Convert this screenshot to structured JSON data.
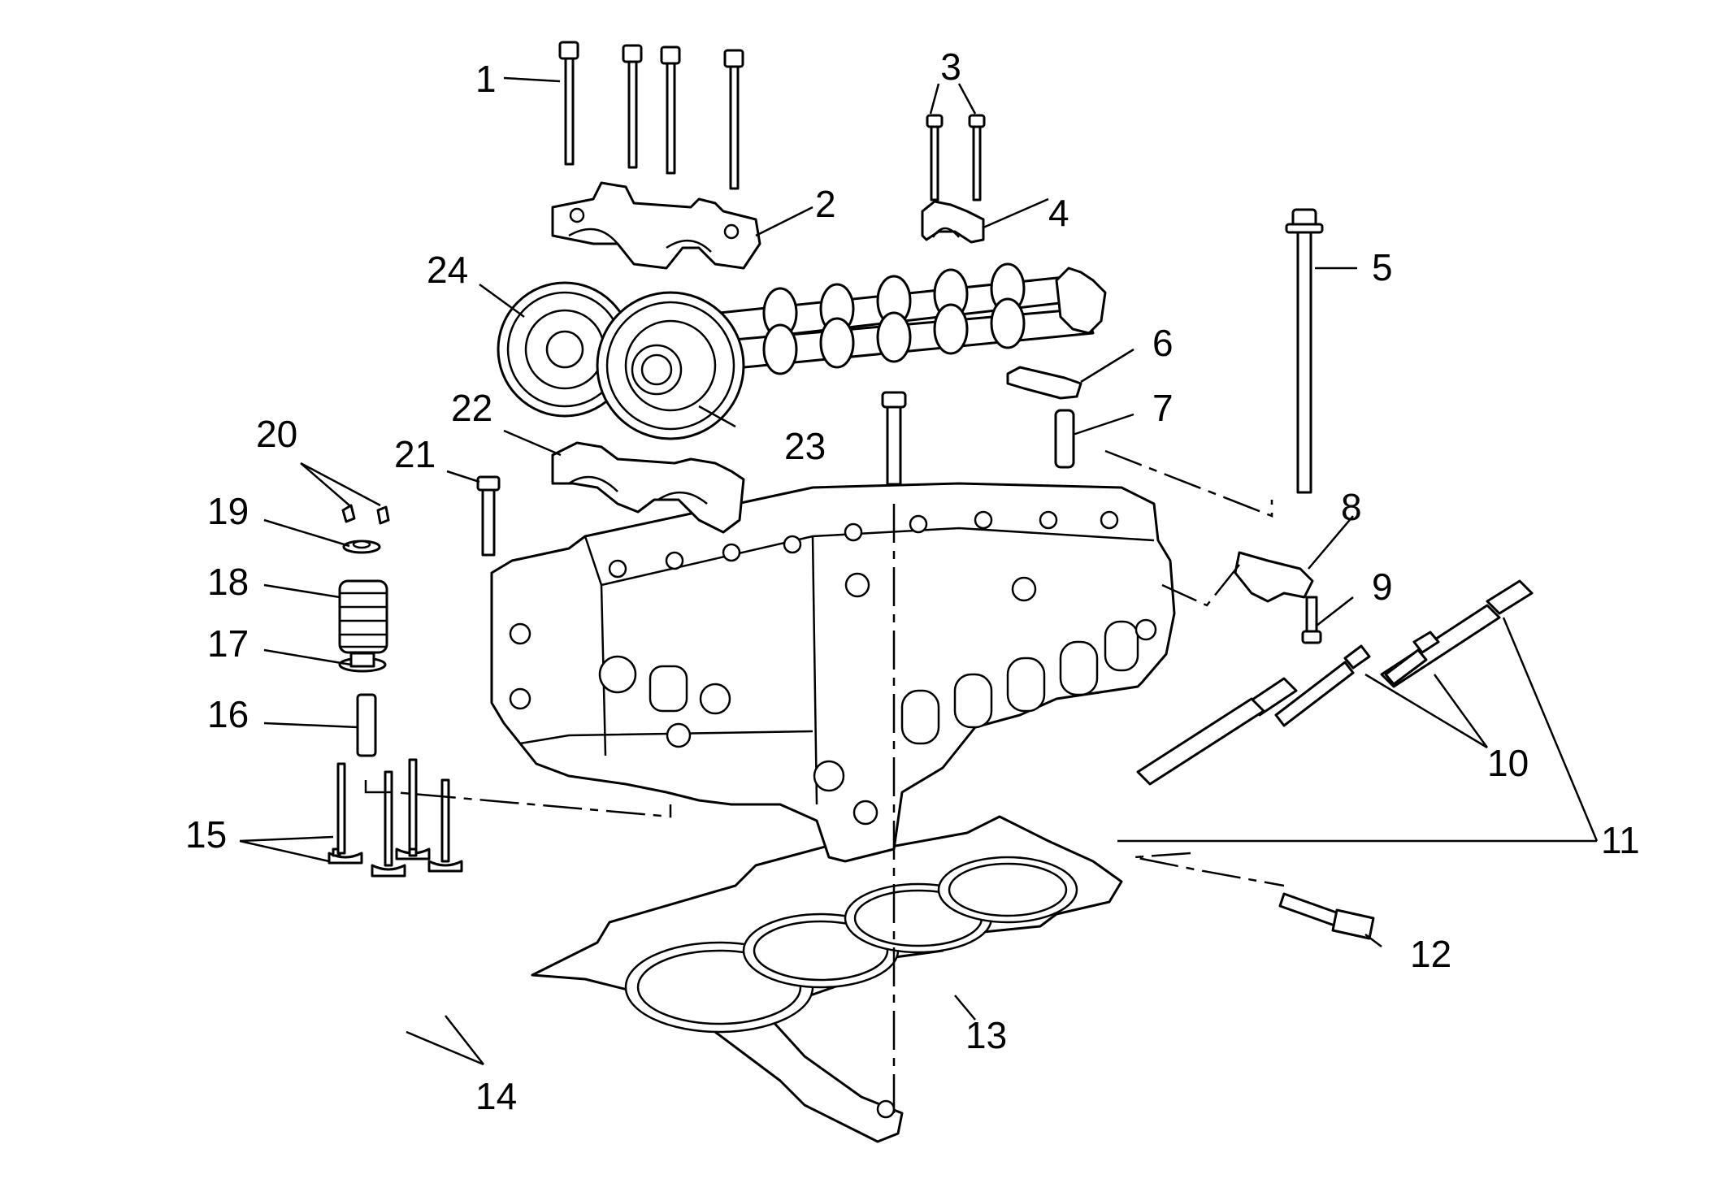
{
  "callouts": [
    {
      "id": 1,
      "label": "1"
    },
    {
      "id": 2,
      "label": "2"
    },
    {
      "id": 3,
      "label": "3"
    },
    {
      "id": 4,
      "label": "4"
    },
    {
      "id": 5,
      "label": "5"
    },
    {
      "id": 6,
      "label": "6"
    },
    {
      "id": 7,
      "label": "7"
    },
    {
      "id": 8,
      "label": "8"
    },
    {
      "id": 9,
      "label": "9"
    },
    {
      "id": 10,
      "label": "10"
    },
    {
      "id": 11,
      "label": "11"
    },
    {
      "id": 12,
      "label": "12"
    },
    {
      "id": 13,
      "label": "13"
    },
    {
      "id": 14,
      "label": "14"
    },
    {
      "id": 15,
      "label": "15"
    },
    {
      "id": 16,
      "label": "16"
    },
    {
      "id": 17,
      "label": "17"
    },
    {
      "id": 18,
      "label": "18"
    },
    {
      "id": 19,
      "label": "19"
    },
    {
      "id": 20,
      "label": "20"
    },
    {
      "id": 21,
      "label": "21"
    },
    {
      "id": 22,
      "label": "22"
    },
    {
      "id": 23,
      "label": "23"
    },
    {
      "id": 24,
      "label": "24"
    }
  ],
  "colors": {
    "line": "#000000",
    "background": "#ffffff"
  }
}
